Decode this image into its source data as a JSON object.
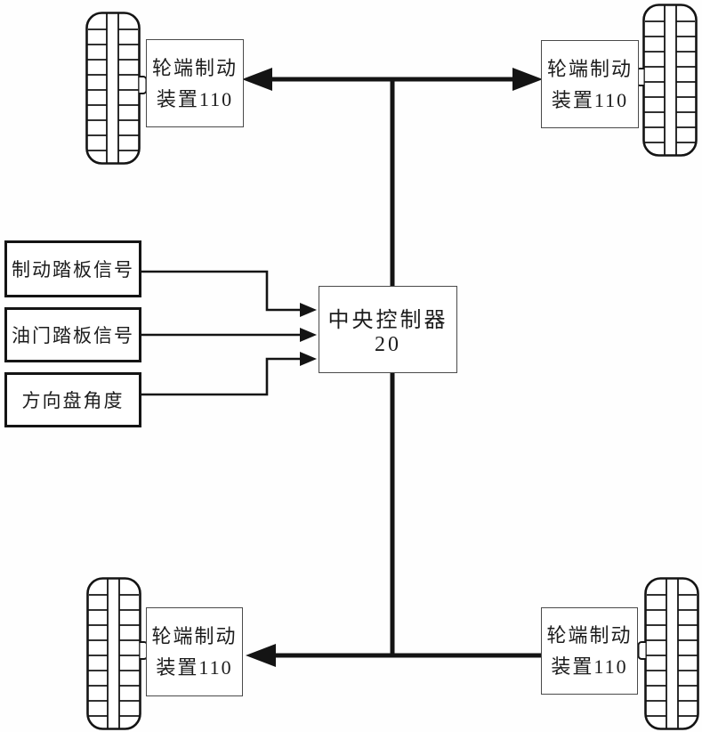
{
  "figure": {
    "title_semantic": "vehicle-brake-control-block-diagram",
    "colors": {
      "line": "#141414",
      "box_border_thin": "#4a4a4a",
      "background": "#fefefe"
    },
    "central_controller": {
      "label": "中央控制器20"
    },
    "wheel_end_brake": {
      "line1": "轮端制动",
      "line2": "装置110"
    },
    "inputs": {
      "brake_pedal": "制动踏板信号",
      "throttle_pedal": "油门踏板信号",
      "steering_angle": "方向盘角度"
    }
  }
}
